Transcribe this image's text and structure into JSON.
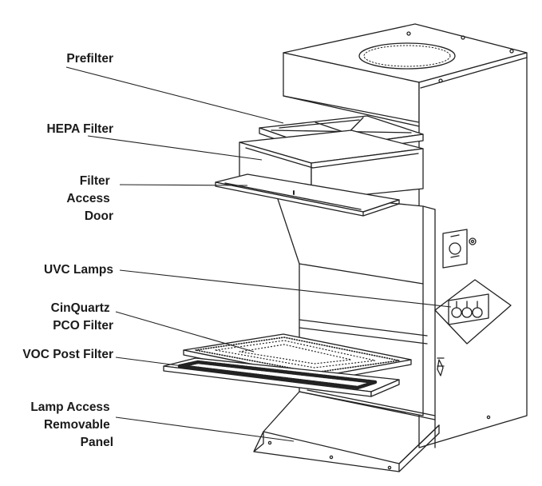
{
  "labels": {
    "prefilter": [
      "Prefilter"
    ],
    "hepa_filter": [
      "HEPA Filter"
    ],
    "filter_access_door": [
      "Filter",
      "Access",
      "Door"
    ],
    "uvc_lamps": [
      "UVC Lamps"
    ],
    "cinquartz_pco_filter": [
      "CinQuartz",
      "PCO Filter"
    ],
    "voc_post_filter": [
      "VOC Post Filter"
    ],
    "lamp_access_panel": [
      "Lamp Access",
      "Removable",
      "Panel"
    ]
  },
  "colors": {
    "line": "#222222",
    "label_text": "#1a1a1a",
    "background": "#ffffff"
  }
}
